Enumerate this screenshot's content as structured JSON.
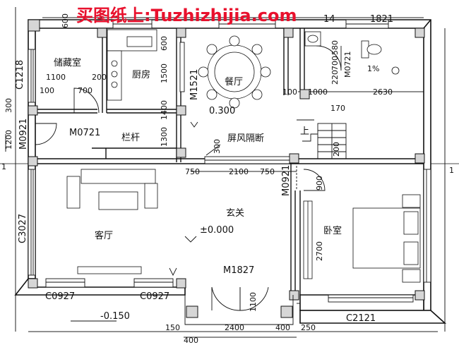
{
  "watermark": "买图纸上:Tuzhizhijia.com",
  "rooms": {
    "storage": "储藏室",
    "kitchen": "厨房",
    "dining": "餐厅",
    "living": "客厅",
    "foyer": "玄关",
    "bedroom": "卧室"
  },
  "notes": {
    "railing": "栏杆",
    "screen": "屏风隔断",
    "up": "上",
    "slope": "1%",
    "level_dining": "0.300",
    "level_foyer": "±0.000",
    "level_outside": "-0.150"
  },
  "codes": {
    "c1218": "C1218",
    "m1521": "M1521",
    "m0721_bath": "M0721",
    "m0721_store": "M0721",
    "m0921_left": "M0921",
    "m0921_right": "M0921",
    "c3027": "C3027",
    "m1827": "M1827",
    "c0927_a": "C0927",
    "c0927_b": "C0927",
    "c2121": "C2121",
    "c1821": "1821",
    "c14": "14"
  },
  "dims": {
    "d600a": "600",
    "d600b": "600",
    "d1100": "1100",
    "d200": "200",
    "d100a": "100",
    "d700": "700",
    "d300": "300",
    "d1500": "1500",
    "d1400": "1400",
    "d1200": "1200",
    "d1300": "1300",
    "d580": "580",
    "d700b": "700",
    "d220": "220",
    "d100b": "100",
    "d1000": "1000",
    "d2630": "2630",
    "d170": "170",
    "d300b": "300",
    "d200b": "200",
    "d750a": "750",
    "d2100": "2100",
    "d750b": "750",
    "d900": "900",
    "d2700": "2700",
    "d1100b": "1100",
    "d400a": "400",
    "d2400": "2400",
    "d400b": "400",
    "d150": "150",
    "d250": "250",
    "d1": "1",
    "d1r": "1"
  }
}
